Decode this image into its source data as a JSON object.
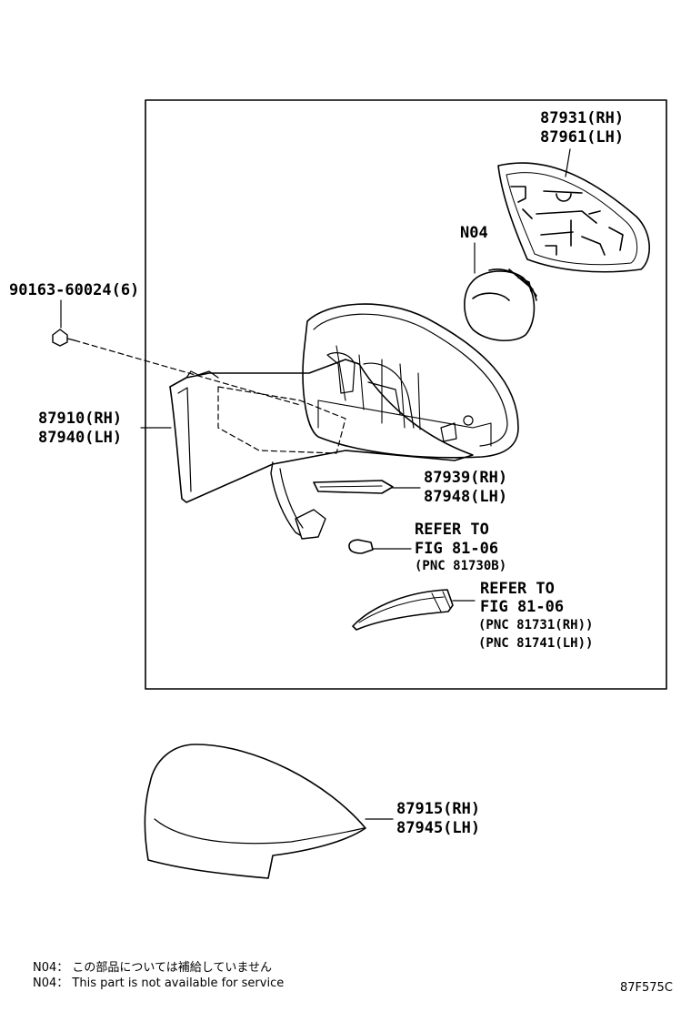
{
  "labels": {
    "glass_rh": "87931(RH)",
    "glass_lh": "87961(LH)",
    "actuator": "N04",
    "screw": "90163-60024(6)",
    "assy_rh": "87910(RH)",
    "assy_lh": "87940(LH)",
    "lamp_rh": "87939(RH)",
    "lamp_lh": "87948(LH)",
    "ref1_line1": "REFER TO",
    "ref1_line2": "FIG 81-06",
    "ref1_line3": "(PNC 81730B)",
    "ref2_line1": "REFER TO",
    "ref2_line2": "FIG 81-06",
    "ref2_line3": "(PNC 81731(RH))",
    "ref2_line4": "(PNC 81741(LH))",
    "cover_rh": "87915(RH)",
    "cover_lh": "87945(LH)"
  },
  "notes": {
    "jp": "N04： この部品については補給していません",
    "en": "N04： This part is not available for service"
  },
  "figure_code": "87F575C"
}
